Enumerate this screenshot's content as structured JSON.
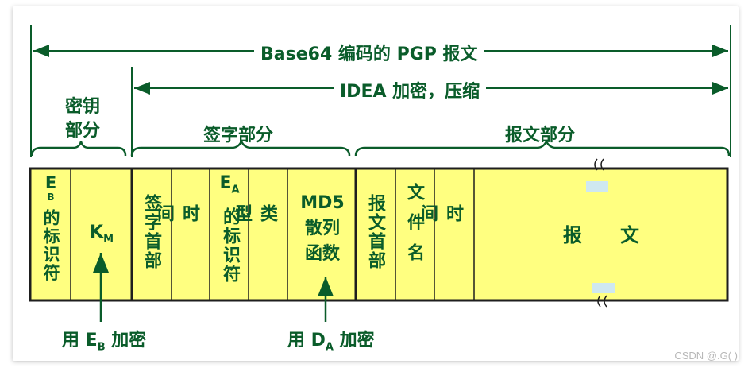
{
  "colors": {
    "text": "#0a5c2a",
    "fill": "#ffff80",
    "stroke": "#1e1e1e",
    "brace": "#0a5c2a"
  },
  "spans": {
    "outer": "Base64 编码的 PGP 报文",
    "idea": "IDEA 加密，压缩"
  },
  "sections": {
    "key": "密钥部分",
    "sig": "签字部分",
    "msg": "报文部分"
  },
  "cells": {
    "eb_id": {
      "main": "E",
      "sub": "B",
      "rest": "的标识符"
    },
    "km": {
      "main": "K",
      "sub": "M"
    },
    "sig_head": "签字首部",
    "time1": "时间",
    "ea_id": {
      "main": "E",
      "sub": "A",
      "rest": "的标识符"
    },
    "type": "类型",
    "md5_line1": "MD5",
    "md5_line2": "散列",
    "md5_line3": "函数",
    "msg_head": "报文首部",
    "filename": "文件名",
    "time2": "时间",
    "message": "报　　文"
  },
  "annotations": {
    "left": {
      "pre": "用 E",
      "sub": "B",
      "post": " 加密"
    },
    "right": {
      "pre": "用 D",
      "sub": "A",
      "post": " 加密"
    }
  },
  "watermark": "CSDN @.G( )"
}
